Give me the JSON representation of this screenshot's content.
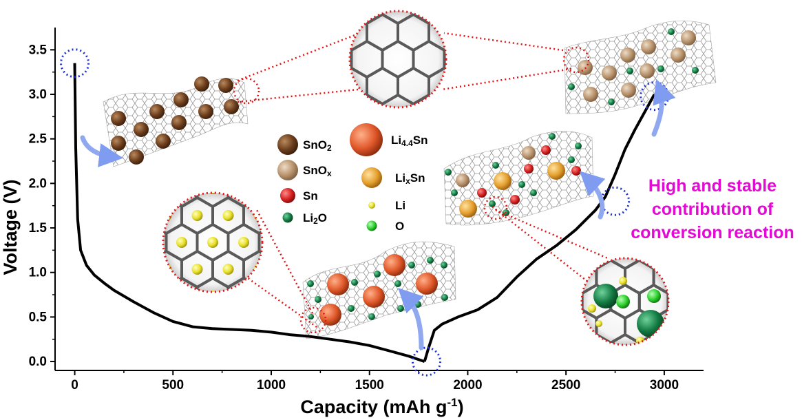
{
  "chart_data": {
    "type": "line",
    "xlabel": "Capacity (mAh g",
    "xlabel_sup": "-1",
    "xlabel_end": ")",
    "ylabel": "Voltage (V)",
    "xlim": [
      -100,
      3200
    ],
    "ylim": [
      -0.1,
      3.75
    ],
    "xticks": [
      0,
      500,
      1000,
      1500,
      2000,
      2500,
      3000
    ],
    "yticks": [
      0.0,
      0.5,
      1.0,
      1.5,
      2.0,
      2.5,
      3.0,
      3.5
    ],
    "series": [
      {
        "role": "discharge",
        "x": [
          0,
          5,
          15,
          30,
          60,
          100,
          150,
          200,
          300,
          400,
          500,
          600,
          700,
          800,
          900,
          1000,
          1100,
          1200,
          1300,
          1400,
          1500,
          1600,
          1700,
          1780
        ],
        "y": [
          3.35,
          2.4,
          1.6,
          1.25,
          1.08,
          0.97,
          0.88,
          0.8,
          0.67,
          0.55,
          0.45,
          0.39,
          0.37,
          0.36,
          0.35,
          0.33,
          0.3,
          0.28,
          0.25,
          0.22,
          0.18,
          0.12,
          0.06,
          0.0
        ]
      },
      {
        "role": "charge",
        "x": [
          1780,
          1800,
          1830,
          1870,
          1950,
          2050,
          2150,
          2250,
          2350,
          2450,
          2550,
          2650,
          2700,
          2750,
          2800,
          2850,
          2900,
          2950
        ],
        "y": [
          0.0,
          0.15,
          0.35,
          0.42,
          0.5,
          0.58,
          0.72,
          0.95,
          1.15,
          1.3,
          1.48,
          1.7,
          1.85,
          2.1,
          2.38,
          2.6,
          2.8,
          3.0
        ]
      }
    ],
    "highlight_points": [
      {
        "x": 0,
        "y": 3.35
      },
      {
        "x": 1790,
        "y": 0.0
      },
      {
        "x": 2750,
        "y": 1.8
      },
      {
        "x": 2950,
        "y": 2.98
      }
    ],
    "grid": false,
    "colors": {
      "curve": "#000000",
      "marker_circle": "#1a2fd6",
      "zoom_circle": "#e01515",
      "arrow": "#8fa8f0",
      "annotation": "#e30ad4"
    }
  },
  "legend": {
    "items": [
      {
        "label": "SnO",
        "sub": "2",
        "after": "",
        "color": "#6b3d1c",
        "size": "large"
      },
      {
        "label": "SnO",
        "sub": "x",
        "after": "",
        "color": "#b8926c",
        "size": "large"
      },
      {
        "label": "Sn",
        "sub": "",
        "after": "",
        "color": "#d42020",
        "size": "medium"
      },
      {
        "label": "Li",
        "sub": "2",
        "after": "O",
        "color": "#137a43",
        "size": "small"
      },
      {
        "label": "Li",
        "sub": "4.4",
        "after": "Sn",
        "color": "#e0582a",
        "size": "xlarge"
      },
      {
        "label": "Li",
        "sub": "x",
        "after": "Sn",
        "color": "#e5a02e",
        "size": "large"
      },
      {
        "label": "Li",
        "sub": "",
        "after": "",
        "color": "#e8e02a",
        "size": "tiny"
      },
      {
        "label": "O",
        "sub": "",
        "after": "",
        "color": "#2dd12d",
        "size": "small"
      }
    ]
  },
  "annotation": {
    "lines": [
      "High and stable",
      "contribution of",
      "conversion reaction"
    ]
  }
}
